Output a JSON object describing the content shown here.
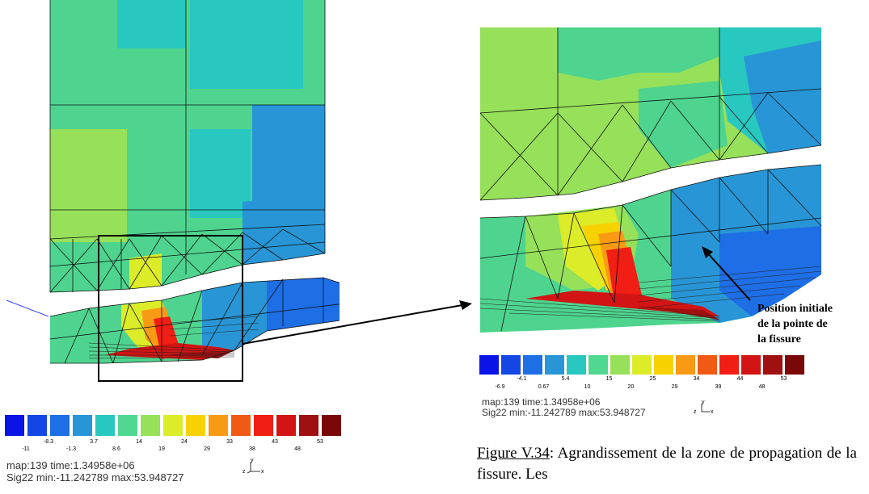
{
  "left_plot": {
    "info_line1": "map:139  time:1.34958e+06",
    "info_line2": "Sig22  min:-11.242789  max:53.948727",
    "scale_labels": [
      "-11",
      "-8.3",
      "-1.3",
      "3.7",
      "8.6",
      "14",
      "19",
      "24",
      "29",
      "33",
      "38",
      "43",
      "48",
      "53"
    ]
  },
  "right_plot": {
    "info_line1": "map:139  time:1.34958e+06",
    "info_line2": "Sig22  min:-11.242789  max:53.948727",
    "scale_labels": [
      "-6.9",
      "-4.1",
      "0.67",
      "5.4",
      "10",
      "15",
      "20",
      "25",
      "29",
      "34",
      "39",
      "44",
      "48",
      "53"
    ],
    "annotation": [
      "Position initiale",
      "de la pointe de",
      "la fissure"
    ]
  },
  "colorbar_colors": [
    "#0a14e6",
    "#1446e6",
    "#1e6ee6",
    "#2896d6",
    "#28c8c0",
    "#50d890",
    "#96e05a",
    "#dcec28",
    "#f8d200",
    "#f89a14",
    "#f05a14",
    "#f01e14",
    "#d21414",
    "#a01010",
    "#7a0808"
  ],
  "caption": {
    "label": "Figure V.34",
    "text": ": Agrandissement de la zone de propagation de la fissure. Les"
  },
  "triad": {
    "y": "y",
    "z": "z",
    "x": "x"
  }
}
